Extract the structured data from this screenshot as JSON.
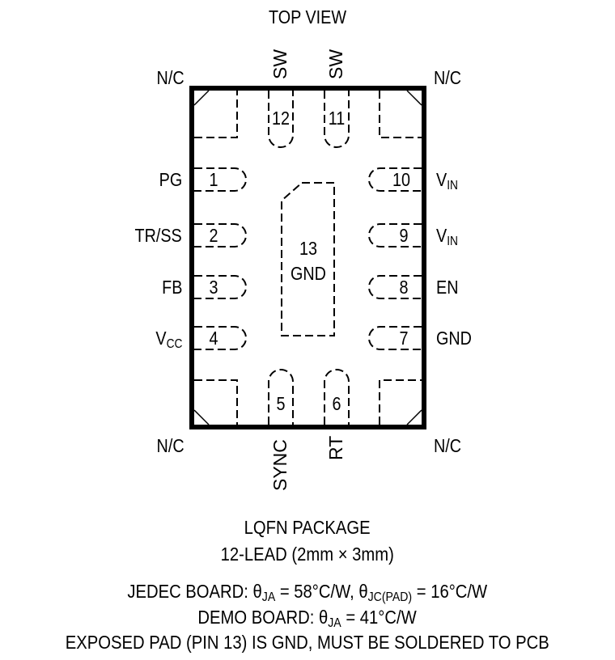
{
  "title": "TOP VIEW",
  "top_pins": {
    "sw_a": "SW",
    "sw_b": "SW"
  },
  "bottom_pins": {
    "sync": "SYNC",
    "rt": "RT"
  },
  "corners": {
    "tl": "N/C",
    "tr": "N/C",
    "bl": "N/C",
    "br": "N/C"
  },
  "left_pins": [
    {
      "num": "1",
      "name": "PG"
    },
    {
      "num": "2",
      "name": "TR/SS"
    },
    {
      "num": "3",
      "name": "FB"
    },
    {
      "num": "4",
      "name": "V",
      "sub": "CC"
    }
  ],
  "right_pins": [
    {
      "num": "10",
      "name": "V",
      "sub": "IN"
    },
    {
      "num": "9",
      "name": "V",
      "sub": "IN"
    },
    {
      "num": "8",
      "name": "EN"
    },
    {
      "num": "7",
      "name": "GND"
    }
  ],
  "top_nums": {
    "p12": "12",
    "p11": "11"
  },
  "bottom_nums": {
    "p5": "5",
    "p6": "6"
  },
  "pad": {
    "num": "13",
    "name": "GND"
  },
  "package": {
    "line1": "LQFN PACKAGE",
    "line2": "12-LEAD (2mm × 3mm)"
  },
  "thermal": {
    "jedec_prefix": "JEDEC BOARD: θ",
    "ja_sub": "JA",
    "jedec_mid": " = 58°C/W, θ",
    "jc_sub": "JC(PAD)",
    "jedec_end": " = 16°C/W",
    "demo_prefix": "DEMO BOARD: θ",
    "demo_sub": "JA",
    "demo_end": " = 41°C/W",
    "exposed": "EXPOSED PAD (PIN 13) IS GND, MUST BE SOLDERED TO PCB"
  }
}
